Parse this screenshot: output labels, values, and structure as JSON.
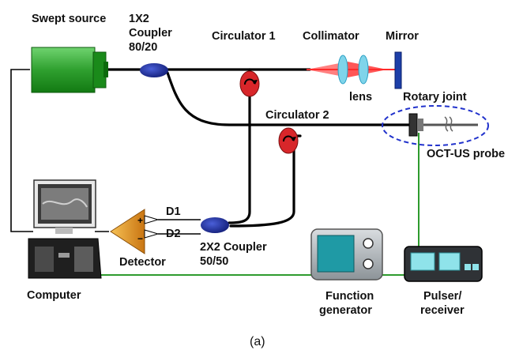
{
  "labels": {
    "swept_source": "Swept source",
    "coupler1_line1": "1X2",
    "coupler1_line2": "Coupler",
    "coupler1_line3": "80/20",
    "circulator1": "Circulator 1",
    "collimator": "Collimator",
    "mirror": "Mirror",
    "lens": "lens",
    "rotary_joint": "Rotary joint",
    "circulator2": "Circulator 2",
    "probe": "OCT-US probe",
    "d1": "D1",
    "d2": "D2",
    "coupler2_line1": "2X2 Coupler",
    "coupler2_line2": "50/50",
    "detector": "Detector",
    "computer": "Computer",
    "function_gen_line1": "Function",
    "function_gen_line2": "generator",
    "pulser_line1": "Pulser/",
    "pulser_line2": "receiver",
    "caption": "(a)"
  },
  "colors": {
    "source_green": "#2fa02f",
    "coupler_blue": "#1f2f9e",
    "circulator_red": "#d8262a",
    "lens_cyan": "#7fd4ea",
    "beam_red": "#ff3a3a",
    "detector_orange": "#e8961e",
    "signal_green": "#2e9b2e",
    "device_teal": "#1f9aa5",
    "probe_dash": "#2233cc"
  }
}
